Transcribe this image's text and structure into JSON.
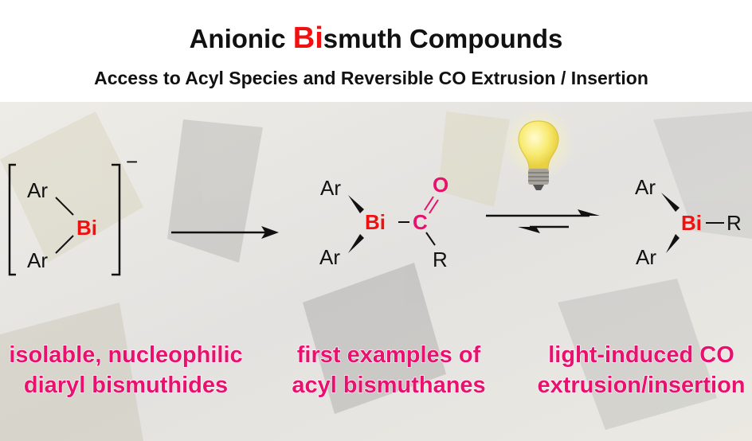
{
  "title": {
    "prefix": "Anionic ",
    "highlight": "Bi",
    "suffix": "smuth Compounds"
  },
  "subtitle": "Access to Acyl Species and Reversible CO Extrusion / Insertion",
  "colors": {
    "bismuth": "#f01010",
    "accent": "#e8116e"
  },
  "structures": {
    "bismuthide": {
      "ar_top": "Ar",
      "bi": "Bi",
      "ar_bottom": "Ar",
      "charge": "−"
    },
    "acyl": {
      "ar_top": "Ar",
      "bi": "Bi",
      "carbon": "C",
      "oxygen": "O",
      "r": "R",
      "ar_bottom": "Ar"
    },
    "alkyl": {
      "ar_top": "Ar",
      "bi": "Bi",
      "r": "R",
      "ar_bottom": "Ar"
    }
  },
  "light_icon": "lightbulb-icon",
  "captions": [
    {
      "line1": "isolable, nucleophilic",
      "line2": "diaryl bismuthides"
    },
    {
      "line1": "first examples of",
      "line2": "acyl bismuthanes"
    },
    {
      "line1": "light-induced CO",
      "line2": "extrusion/insertion"
    }
  ]
}
